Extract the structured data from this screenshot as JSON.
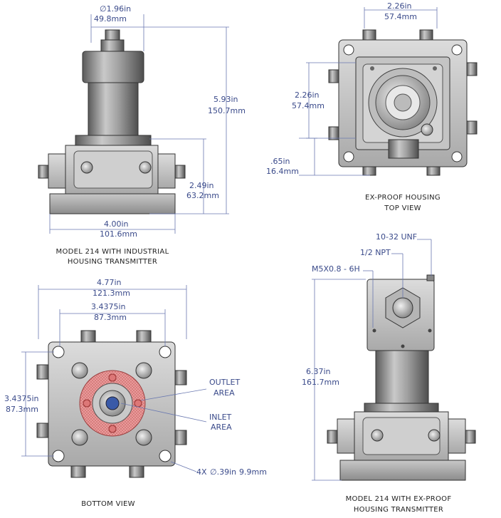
{
  "views": {
    "front_industrial": {
      "caption_line1": "MODEL 214 WITH INDUSTRIAL",
      "caption_line2": "HOUSING TRANSMITTER",
      "dim_top_in": "∅1.96in",
      "dim_top_mm": "49.8mm",
      "dim_height_in": "5.93in",
      "dim_height_mm": "150.7mm",
      "dim_mid_in": "2.49in",
      "dim_mid_mm": "63.2mm",
      "dim_width_in": "4.00in",
      "dim_width_mm": "101.6mm"
    },
    "top_exproof": {
      "caption_line1": "EX-PROOF HOUSING",
      "caption_line2": "TOP VIEW",
      "dim_top_in": "2.26in",
      "dim_top_mm": "57.4mm",
      "dim_side_in": "2.26in",
      "dim_side_mm": "57.4mm",
      "dim_offset_in": ".65in",
      "dim_offset_mm": "16.4mm"
    },
    "bottom": {
      "caption": "BOTTOM VIEW",
      "dim_outer_in": "4.77in",
      "dim_outer_mm": "121.3mm",
      "dim_inner_in": "3.4375in",
      "dim_inner_mm": "87.3mm",
      "dim_side_in": "3.4375in",
      "dim_side_mm": "87.3mm",
      "outlet_line1": "OUTLET",
      "outlet_line2": "AREA",
      "inlet_line1": "INLET",
      "inlet_line2": "AREA",
      "hole_note_prefix": "4X",
      "hole_note_in": "∅.39in",
      "hole_note_mm": "9.9mm"
    },
    "front_exproof": {
      "caption_line1": "MODEL 214 WITH EX-PROOF",
      "caption_line2": "HOUSING TRANSMITTER",
      "thread_1": "10-32 UNF",
      "thread_2": "1/2 NPT",
      "thread_3": "M5X0.8 - 6H",
      "dim_height_in": "6.37in",
      "dim_height_mm": "161.7mm"
    }
  },
  "colors": {
    "dimension": "#3a4a8a",
    "metal_dark": "#6d6d6d",
    "metal_mid": "#a8a8a8",
    "metal_light": "#d8d8d8",
    "outlet_area": "#e88a8a",
    "inlet_area": "#3a5aa8"
  }
}
